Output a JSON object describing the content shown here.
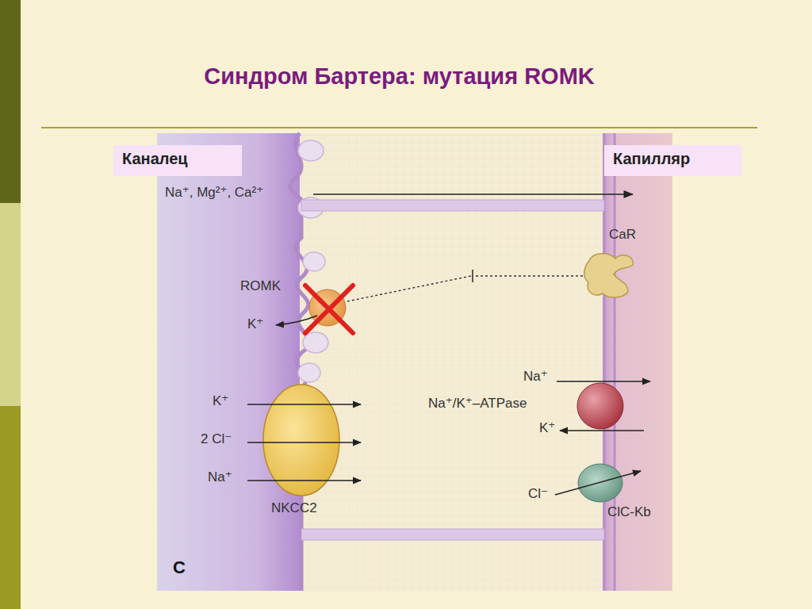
{
  "diagram": {
    "title": "Синдром Бартера: мутация ROMK",
    "nodes": [
      {
        "text": [
          "Каналец"
        ]
      },
      {
        "text": [
          "Капилляр"
        ]
      }
    ],
    "labels": [
      "Na⁺, Mg²⁺, Ca²⁺",
      "CaR",
      "ROMK",
      "K⁺",
      "K⁺",
      "2 Cl⁻",
      "Na⁺",
      "NKCC2",
      "Na⁺",
      "Na⁺/K⁺–ATPase",
      "K⁺",
      "Cl⁻",
      "ClC-Kb",
      "C"
    ]
  }
}
